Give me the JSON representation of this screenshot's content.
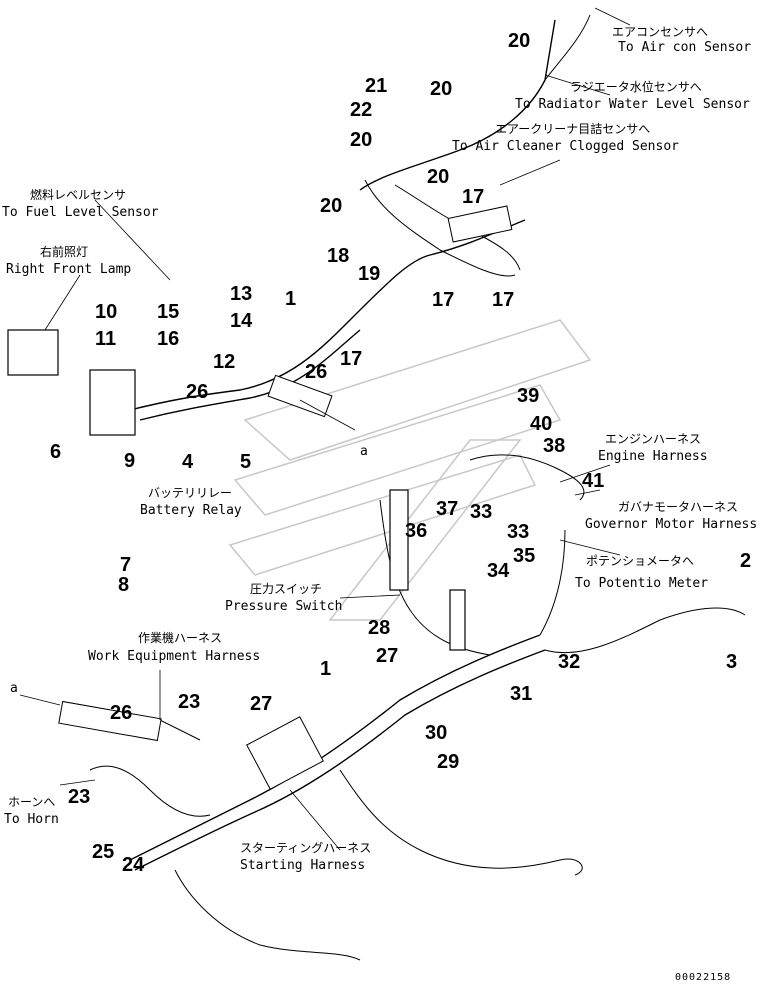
{
  "labels": {
    "air_con_jp": "エアコンセンサへ",
    "air_con_en": "To Air con Sensor",
    "radiator_jp": "ラジエータ水位センサへ",
    "radiator_en": "To Radiator Water Level Sensor",
    "air_cleaner_jp": "エアークリーナ目詰センサへ",
    "air_cleaner_en": "To Air Cleaner Clogged Sensor",
    "fuel_level_jp": "燃料レベルセンサ",
    "fuel_level_en": "To Fuel Level Sensor",
    "lamp_jp": "右前照灯",
    "lamp_en": "Right Front Lamp",
    "battery_relay_jp": "バッテリリレー",
    "battery_relay_en": "Battery Relay",
    "engine_harness_jp": "エンジンハーネス",
    "engine_harness_en": "Engine Harness",
    "governor_jp": "ガバナモータハーネス",
    "governor_en": "Governor Motor Harness",
    "potentio_jp": "ポテンショメータへ",
    "potentio_en": "To Potentio Meter",
    "pressure_jp": "圧力スイッチ",
    "pressure_en": "Pressure Switch",
    "work_equipment_jp": "作業機ハーネス",
    "work_equipment_en": "Work Equipment Harness",
    "horn_jp": "ホーンへ",
    "horn_en": "To Horn",
    "starting_jp": "スターティングハーネス",
    "starting_en": "Starting Harness",
    "ref_a": "a"
  },
  "callouts": {
    "c1": "1",
    "c2": "2",
    "c3": "3",
    "c4": "4",
    "c5": "5",
    "c6": "6",
    "c7": "7",
    "c8": "8",
    "c9": "9",
    "c10": "10",
    "c11": "11",
    "c12": "12",
    "c13": "13",
    "c14": "14",
    "c15": "15",
    "c16": "16",
    "c17": "17",
    "c18": "18",
    "c19": "19",
    "c20": "20",
    "c21": "21",
    "c22": "22",
    "c23": "23",
    "c24": "24",
    "c25": "25",
    "c26": "26",
    "c27": "27",
    "c28": "28",
    "c29": "29",
    "c30": "30",
    "c31": "31",
    "c32": "32",
    "c33": "33",
    "c34": "34",
    "c35": "35",
    "c36": "36",
    "c37": "37",
    "c38": "38",
    "c39": "39",
    "c40": "40",
    "c41": "41"
  },
  "drawing_code": "00022158"
}
